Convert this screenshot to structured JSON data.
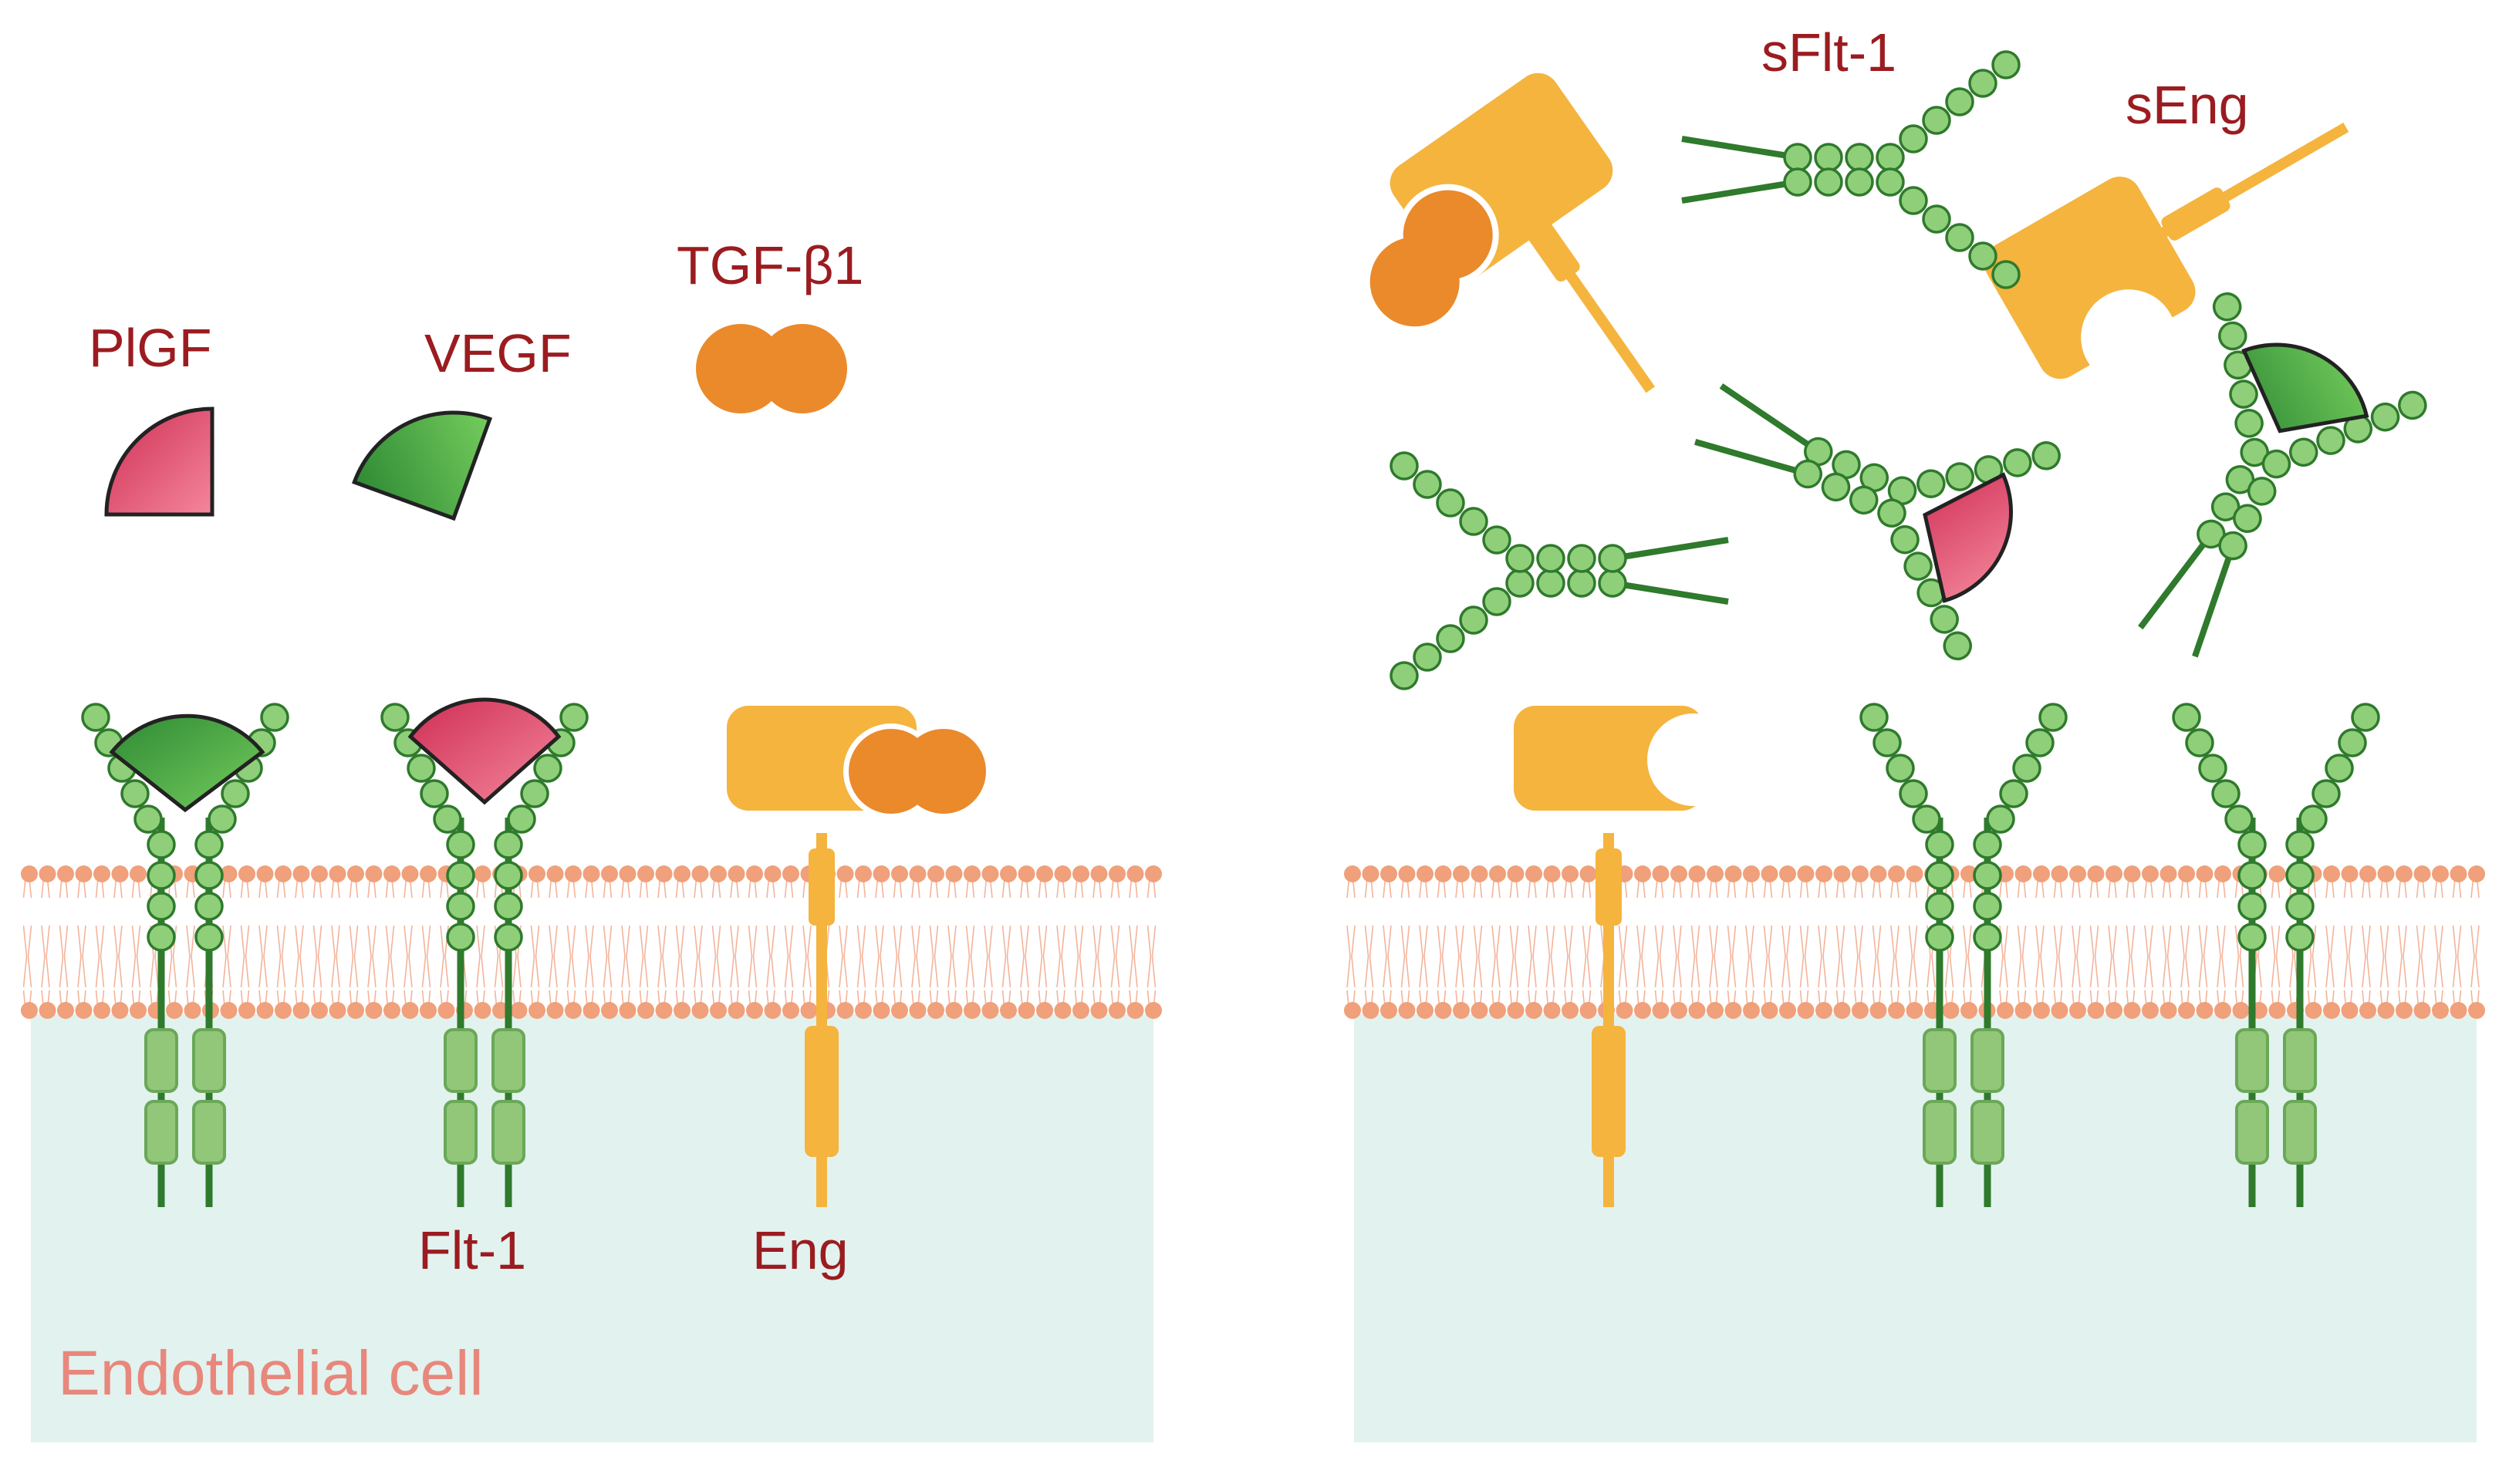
{
  "colors": {
    "label": "#9b1c20",
    "cell_label": "#e8877c",
    "cytoplasm": "#e2f2ef",
    "lipid": "#f0a07a",
    "receptor_green": "#92c77a",
    "receptor_dark": "#2f7a2c",
    "bead": "#8fcf7a",
    "endoglin": "#f4b43e",
    "tgf": "#ea8a2b",
    "plgf": "#e0506e",
    "vegf": "#3a9c3b"
  },
  "labels": {
    "plgf": "PlGF",
    "vegf": "VEGF",
    "tgf": "TGF-β1",
    "flt1": "Flt-1",
    "eng": "Eng",
    "cell": "Endothelial cell",
    "sflt1": "sFlt-1",
    "seng": "sEng"
  }
}
